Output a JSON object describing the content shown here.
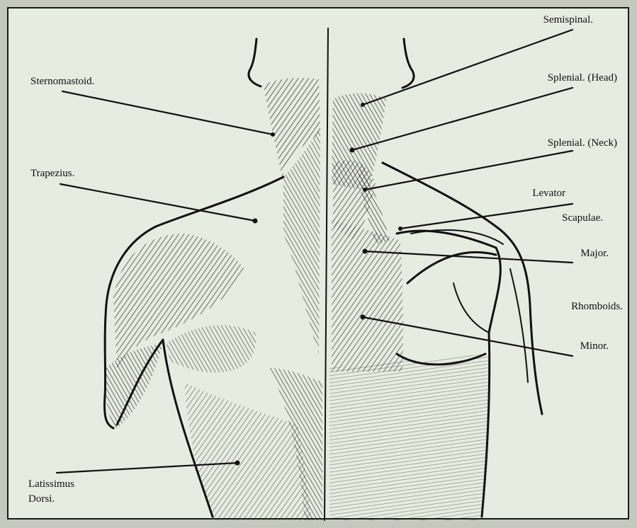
{
  "labels": {
    "sternomastoid": "Sternomastoid.",
    "trapezius": "Trapezius.",
    "latissimus_1": "Latissimus",
    "latissimus_2": "Dorsi.",
    "semispinal": "Semispinal.",
    "splenial_head": "Splenial. (Head)",
    "splenial_neck": "Splenial. (Neck)",
    "levator_1": "Levator",
    "levator_2": "Scapulae.",
    "rhomboids_major": "Major.",
    "rhomboids": "Rhomboids.",
    "rhomboids_minor": "Minor."
  },
  "colors": {
    "paper": "#e6ecdf",
    "ink": "#111111"
  }
}
